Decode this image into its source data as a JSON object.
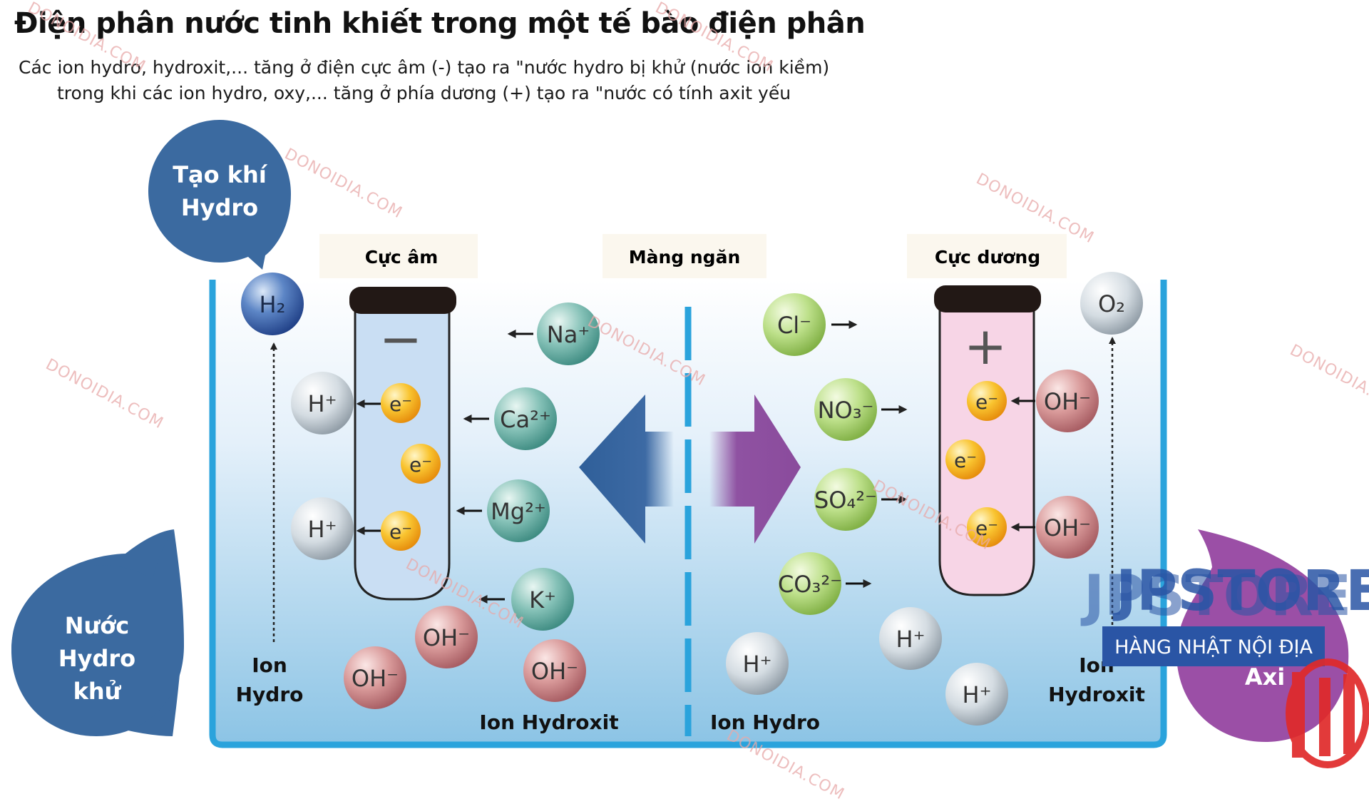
{
  "title": "Điện phân nước tinh khiết trong một tế bào điện phân",
  "subtitle_line1": "Các ion hydro, hydroxit,... tăng ở điện cực âm (-) tạo ra \"nước hydro bị khử  (nước ion kiềm)",
  "subtitle_line2": "trong khi các ion hydro, oxy,... tăng ở phía dương (+) tạo ra \"nước có tính axit yếu",
  "labels": {
    "cathode": "Cực âm",
    "membrane": "Màng ngăn",
    "anode": "Cực dương",
    "bubble_hydrogen_gas_line1": "Tạo khí",
    "bubble_hydrogen_gas_line2": "Hydro",
    "reduced_water_line1": "Nước",
    "reduced_water_line2": "Hydro",
    "reduced_water_line3": "khử",
    "acid_water_partial": "Axi",
    "ion_hydro_left_line1": "Ion",
    "ion_hydro_left_line2": "Hydro",
    "ion_hydroxit_bottom_left": "Ion Hydroxit",
    "ion_hydro_bottom_right": "Ion Hydro",
    "ion_hydroxit_right_line1": "Ion",
    "ion_hydroxit_right_line2": "Hydroxit",
    "minus_sign": "−",
    "plus_sign": "+"
  },
  "molecules": {
    "h2": "H₂",
    "o2": "O₂",
    "hplus": "H⁺",
    "electron": "e⁻",
    "na": "Na⁺",
    "ca": "Ca²⁺",
    "mg": "Mg²⁺",
    "k": "K⁺",
    "oh": "OH⁻",
    "cl": "Cl⁻",
    "no3": "NO₃⁻",
    "so4": "SO₄²⁻",
    "co3": "CO₃²⁻"
  },
  "watermark": "DONOIDIA.COM",
  "logo": {
    "brand": "JPSTORE",
    "tagline": "HÀNG NHẬT NỘI ĐỊA"
  },
  "colors": {
    "water_top": "#e6f2fb",
    "water_bottom": "#8fc6e6",
    "tank_border": "#2aa3dc",
    "cathode_tube": "#c8def3",
    "anode_tube": "#f6d4e6",
    "left_arrow": "#2f5f99",
    "right_arrow": "#8a4b9c",
    "bubble_blue": "#3b6aa0",
    "bubble_purple": "#9b4fa6",
    "logo_blue": "#2a55a5",
    "logo_red": "#e02a2a"
  }
}
